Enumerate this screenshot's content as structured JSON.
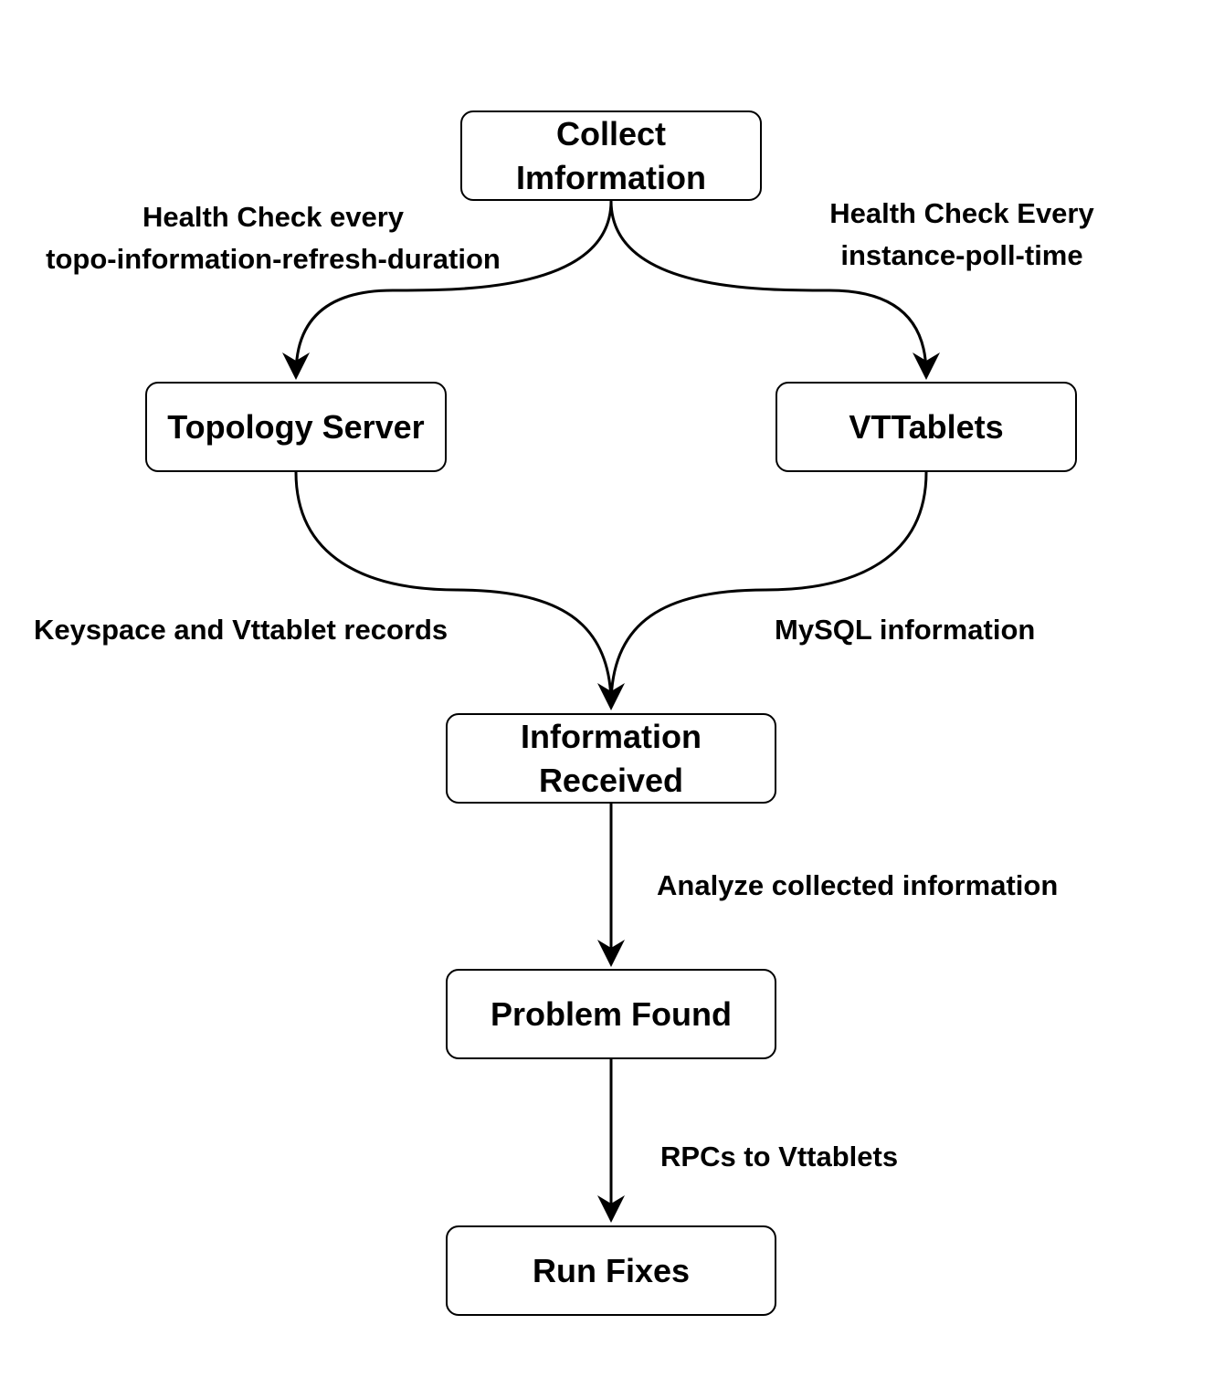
{
  "nodes": {
    "collect": "Collect\nImformation",
    "topology": "Topology Server",
    "vttablets": "VTTablets",
    "received": "Information\nReceived",
    "problem": "Problem Found",
    "fixes": "Run Fixes"
  },
  "edges": {
    "to_topology": "Health Check every\ntopo-information-refresh-duration",
    "to_vttablets": "Health Check Every\ninstance-poll-time",
    "topology_to_received": "Keyspace and Vttablet records",
    "vttablets_to_received": "MySQL information",
    "received_to_problem": "Analyze collected information",
    "problem_to_fixes": "RPCs to Vttablets"
  }
}
